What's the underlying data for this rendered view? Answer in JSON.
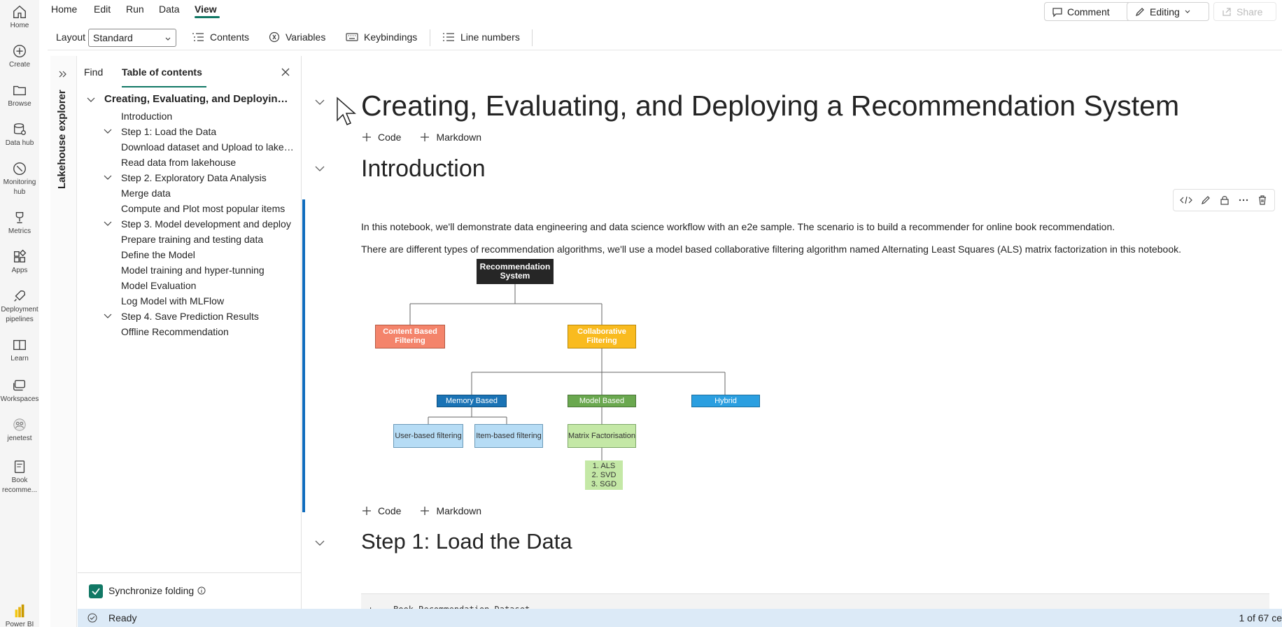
{
  "rail": {
    "items": [
      {
        "label": "Home",
        "icon": "home-icon"
      },
      {
        "label": "Create",
        "icon": "plus-circle-icon"
      },
      {
        "label": "Browse",
        "icon": "folder-icon"
      },
      {
        "label": "Data hub",
        "icon": "database-icon"
      },
      {
        "label": "Monitoring hub",
        "icon": "monitor-icon"
      },
      {
        "label": "Metrics",
        "icon": "trophy-icon"
      },
      {
        "label": "Apps",
        "icon": "apps-icon"
      },
      {
        "label": "Deployment pipelines",
        "icon": "rocket-icon"
      },
      {
        "label": "Learn",
        "icon": "book-icon"
      },
      {
        "label": "Workspaces",
        "icon": "workspaces-icon"
      },
      {
        "label": "jenetest",
        "icon": "people-icon"
      },
      {
        "label": "Book recomme...",
        "icon": "notebook-icon"
      },
      {
        "label": "Power BI",
        "icon": "powerbi-icon"
      }
    ]
  },
  "menu": {
    "items": [
      "Home",
      "Edit",
      "Run",
      "Data",
      "View"
    ],
    "active": "View",
    "comment_label": "Comment",
    "editing_label": "Editing",
    "share_label": "Share"
  },
  "toolbar": {
    "layout_label": "Layout",
    "layout_value": "Standard",
    "contents_label": "Contents",
    "variables_label": "Variables",
    "keybindings_label": "Keybindings",
    "line_numbers_label": "Line numbers"
  },
  "lakehouse": {
    "label": "Lakehouse explorer"
  },
  "toc": {
    "tab_find": "Find",
    "tab_toc": "Table of contents",
    "title": "Creating, Evaluating, and Deploying a Recommendation System",
    "items": [
      {
        "label": "Introduction"
      },
      {
        "label": "Step 1: Load the Data"
      },
      {
        "label": "Download dataset and Upload to lakehouse"
      },
      {
        "label": "Read data from lakehouse"
      },
      {
        "label": "Step 2. Exploratory Data Analysis"
      },
      {
        "label": "Merge data"
      },
      {
        "label": "Compute and Plot most popular items"
      },
      {
        "label": "Step 3. Model development and deploy"
      },
      {
        "label": "Prepare training and testing data"
      },
      {
        "label": "Define the Model"
      },
      {
        "label": "Model training and hyper-tunning"
      },
      {
        "label": "Model Evaluation"
      },
      {
        "label": "Log Model with MLFlow"
      },
      {
        "label": "Step 4. Save Prediction Results"
      },
      {
        "label": "Offline Recommendation"
      }
    ],
    "sync_label": "Synchronize folding"
  },
  "notebook": {
    "title": "Creating, Evaluating, and Deploying a Recommendation System",
    "add_code": "Code",
    "add_markdown": "Markdown",
    "intro_heading": "Introduction",
    "para1": "In this notebook, we'll demonstrate data engineering and data science workflow with an e2e sample. The scenario is to build a recommender for online book recommendation.",
    "para2": "There are different types of recommendation algorithms, we'll use a model based collaborative filtering algorithm named Alternating Least Squares (ALS) matrix factorization in this notebook.",
    "step1_heading": "Step 1: Load the Data",
    "code_preview": "+--- Book-Recommendation-Dataset"
  },
  "diagram": {
    "root": "Recommendation System",
    "content": "Content Based Filtering",
    "collab": "Collaborative Filtering",
    "memory": "Memory Based",
    "model": "Model Based",
    "hybrid": "Hybrid",
    "user": "User-based filtering",
    "item": "Item-based filtering",
    "matrix": "Matrix Factorisation",
    "algos": [
      "1. ALS",
      "2. SVD",
      "3. SGD"
    ]
  },
  "status": {
    "ready": "Ready",
    "cell_count": "1 of 67 ce"
  },
  "colors": {
    "accent": "#117865",
    "active_cell": "#0f6cbd"
  }
}
